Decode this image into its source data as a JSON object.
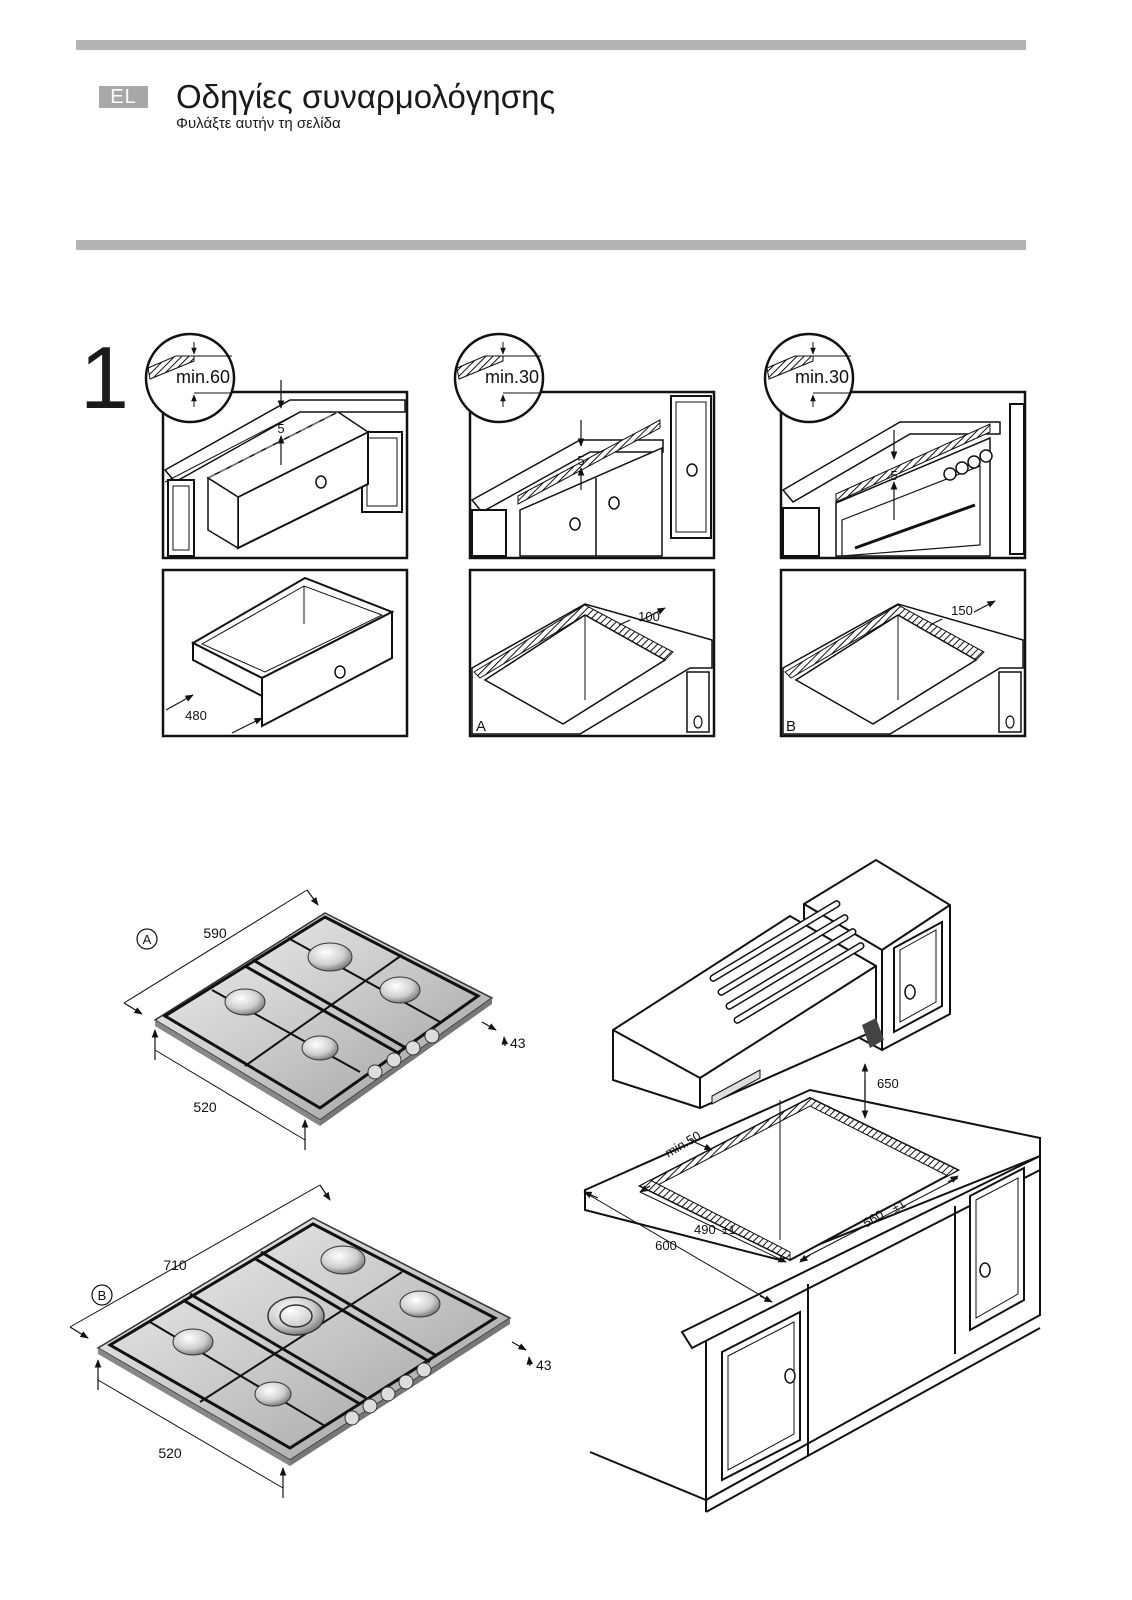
{
  "header": {
    "lang_badge": "EL",
    "title": "Οδηγίες συναρμολόγησης",
    "subtitle": "Φυλάξτε αυτήν τη σελίδα"
  },
  "step_number": "1",
  "panels": {
    "p1": {
      "clearance": "min.60",
      "gap": "5",
      "depth": "480"
    },
    "p2": {
      "clearance": "min.30",
      "gap": "5",
      "border": "100",
      "letter": "A"
    },
    "p3": {
      "clearance": "min.30",
      "gap": "5",
      "border": "150",
      "letter": "B"
    }
  },
  "hob_a": {
    "marker": "A",
    "width": "590",
    "depth": "520",
    "height": "43"
  },
  "hob_b": {
    "marker": "B",
    "width": "710",
    "depth": "520",
    "height": "43"
  },
  "install": {
    "hood_height": "650",
    "side_clearance": "min.50",
    "cutout_depth": "490",
    "cutout_depth_tol": "±1",
    "cutout_width": "560",
    "cutout_width_tol": "±1",
    "counter_depth": "600"
  }
}
